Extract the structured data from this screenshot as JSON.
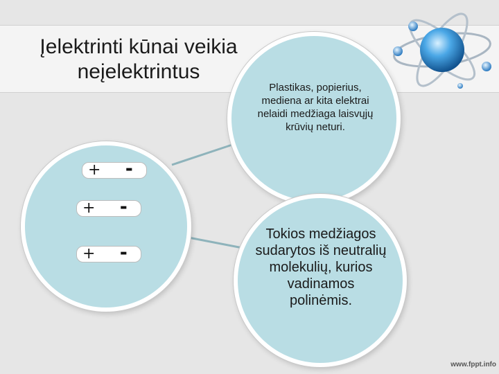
{
  "slide": {
    "title": "Įelektrinti kūnai veikia neįelektrintus",
    "bubble_top": "Plastikas, popierius, mediena ar kita elektrai nelaidi medžiaga laisvųjų krūvių neturi.",
    "bubble_bottom": "Tokios medžiagos sudarytos iš neutralių molekulių, kurios vadinamos polinėmis.",
    "dipoles": [
      {
        "plus": "+",
        "minus": "-"
      },
      {
        "plus": "+",
        "minus": "-"
      },
      {
        "plus": "+",
        "minus": "-"
      }
    ],
    "watermark": "www.fppt.info"
  },
  "colors": {
    "bubble_fill": "#b9dde4",
    "bubble_border": "#ffffff",
    "connector": "#8eb3bb",
    "atom_core": "#2d8bd1",
    "orbit": "#a9b6c2"
  },
  "icons": [
    "atom-icon"
  ]
}
